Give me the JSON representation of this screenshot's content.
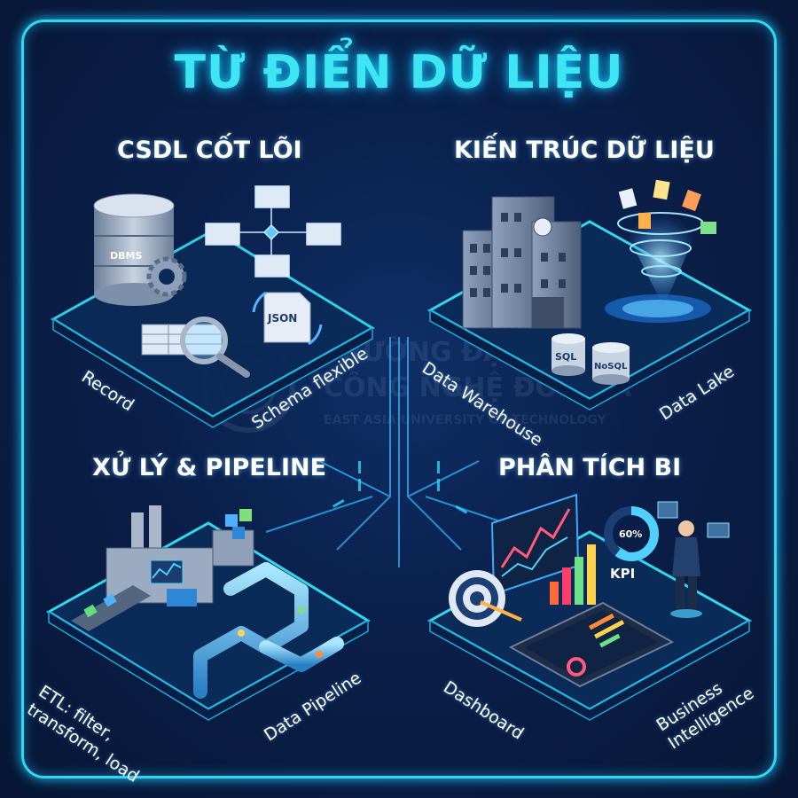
{
  "title": "TỪ ĐIỂN DỮ LIỆU",
  "sections": [
    {
      "title": "CSDL CỐT LÕI",
      "labels": [
        "Record",
        "Schema flexible"
      ],
      "icons": [
        "dbms-database-icon",
        "gear-icon",
        "flowchart-schema-icon",
        "json-file-icon",
        "magnifier-table-icon"
      ],
      "icon_text": [
        "DBMS",
        "JSON"
      ]
    },
    {
      "title": "KIẾN TRÚC DỮ LIỆU",
      "labels": [
        "Data Warehouse",
        "Data Lake"
      ],
      "icons": [
        "warehouse-building-icon",
        "data-lake-vortex-icon",
        "sql-cylinder-icon",
        "nosql-cylinder-icon"
      ],
      "icon_text": [
        "SQL",
        "NoSQL"
      ]
    },
    {
      "title": "XỬ LÝ & PIPELINE",
      "labels": [
        "ETL: filter,\ntransform, load",
        "Data Pipeline"
      ],
      "icons": [
        "factory-icon",
        "conveyor-belt-icon",
        "pipeline-icon"
      ]
    },
    {
      "title": "PHÂN TÍCH BI",
      "labels": [
        "Dashboard",
        "Business\nIntelligence"
      ],
      "icons": [
        "chart-board-icon",
        "target-icon",
        "bar-chart-icon",
        "kpi-donut-icon",
        "presenter-icon",
        "tablet-dashboard-icon"
      ],
      "icon_text": [
        "60%",
        "KPI"
      ]
    }
  ],
  "watermark": {
    "line1": "TRƯỜNG ĐẠI HỌC",
    "line2": "CÔNG NGHỆ ĐÔNG Á",
    "line3": "EAST ASIA UNIVERSITY OF TECHNOLOGY"
  },
  "colors": {
    "accent": "#3ee6f2",
    "background": "#0a1f4a",
    "glow": "#1ec7ff"
  }
}
